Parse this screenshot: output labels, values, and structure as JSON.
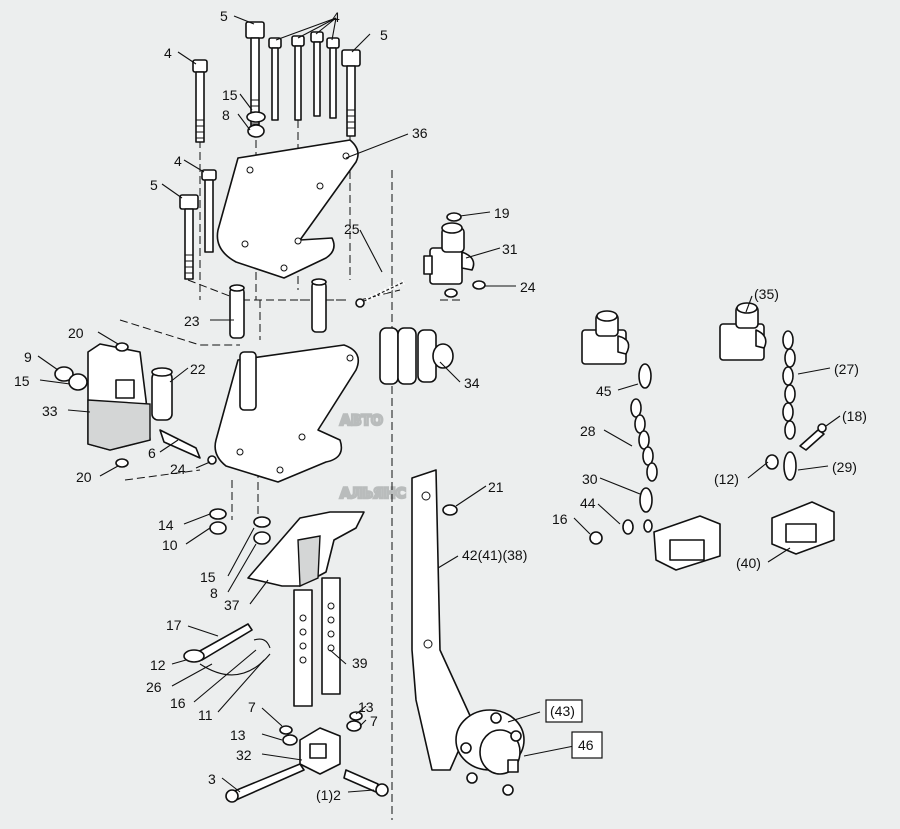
{
  "watermark": {
    "line1": "АВТО",
    "line2": "АЛЬЯНС"
  },
  "labels": {
    "l5a": "5",
    "l4a": "4",
    "l5b": "5",
    "l4b": "4",
    "l15a": "15",
    "l8a": "8",
    "l36": "36",
    "l4c": "4",
    "l5c": "5",
    "l19": "19",
    "l25": "25",
    "l31": "31",
    "l24a": "24",
    "l23": "23",
    "l35": "(35)",
    "l20a": "20",
    "l9": "9",
    "l22": "22",
    "l34": "34",
    "l27": "(27)",
    "l15b": "15",
    "l45": "45",
    "l33": "33",
    "l18": "(18)",
    "l28": "28",
    "l6": "6",
    "l24b": "24",
    "l12b": "(12)",
    "l29": "(29)",
    "l20b": "20",
    "l30": "30",
    "l21": "21",
    "l44": "44",
    "l14": "14",
    "l16b": "16",
    "l10": "10",
    "l42": "42(41)(38)",
    "l40": "(40)",
    "l15c": "15",
    "l8b": "8",
    "l37": "37",
    "l17": "17",
    "l12a": "12",
    "l39": "39",
    "l26": "26",
    "l16a": "16",
    "l11": "11",
    "l43": "(43)",
    "l7a": "7",
    "l13a": "13",
    "l13b": "13",
    "l7b": "7",
    "l46": "46",
    "l32": "32",
    "l3": "3",
    "l2": "(1)2"
  }
}
